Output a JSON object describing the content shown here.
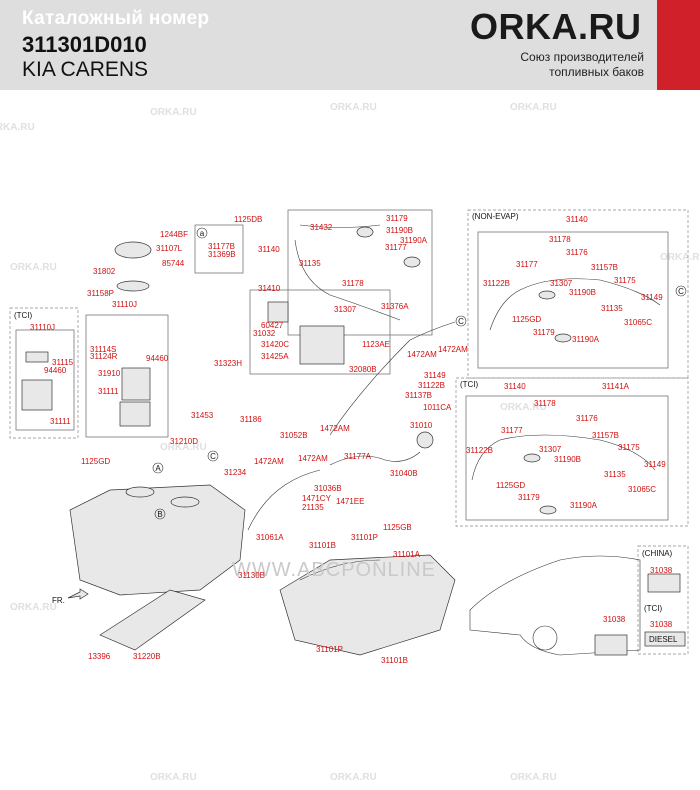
{
  "header": {
    "catalog_label": "Каталожный номер",
    "part_number": "311301D010",
    "model": "KIA CARENS",
    "logo": "ORKA.RU",
    "tagline_line1": "Союз производителей",
    "tagline_line2": "топливных баков",
    "accent_color": "#d0202a"
  },
  "watermarks": {
    "site": "WWW.ABCPONLINE",
    "logo": "ORKA.RU"
  },
  "section_labels": {
    "tci_left": "(TCI)",
    "non_evap": "(NON-EVAP)",
    "tci_right": "(TCI)",
    "china": "(CHINA)",
    "tci_small": "(TCI)",
    "front": "FR."
  },
  "badges": {
    "diesel": "DIESEL"
  },
  "circle_markers": {
    "a": "A",
    "b": "B",
    "c": "C",
    "a_small": "a"
  },
  "labels": [
    "1244BF",
    "31107L",
    "85744",
    "31802",
    "31158P",
    "31110J",
    "31177B",
    "31369B",
    "31110J",
    "31115",
    "94460",
    "31111",
    "31114S",
    "31124R",
    "94460",
    "31910",
    "31111",
    "1125DB",
    "31432",
    "31179",
    "31190B",
    "31190A",
    "31177",
    "31140",
    "31135",
    "31178",
    "31307",
    "31376A",
    "31410",
    "60427",
    "31032",
    "31420C",
    "31425A",
    "1123AE",
    "32080B",
    "31323H",
    "31453",
    "31186",
    "31210D",
    "31234",
    "1125GD",
    "31052B",
    "1472AM",
    "1472AM",
    "31036B",
    "1471CY",
    "21135",
    "1471EE",
    "31061A",
    "31130B",
    "1472AM",
    "1472AM",
    "1472AM",
    "31149",
    "31122B",
    "31137B",
    "1011CA",
    "31010",
    "31177A",
    "31040B",
    "31101B",
    "31101P",
    "31101A",
    "1125GB",
    "31101P",
    "31101B",
    "13396",
    "31220B",
    "31140",
    "31178",
    "31176",
    "31177",
    "31157B",
    "31122B",
    "31307",
    "31175",
    "31190B",
    "31149",
    "1125GD",
    "31135",
    "31065C",
    "31179",
    "31190A",
    "31140",
    "31141A",
    "31178",
    "31176",
    "31177",
    "31157B",
    "31122B",
    "31307",
    "31175",
    "31190B",
    "31149",
    "1125GD",
    "31135",
    "31065C",
    "31179",
    "31190A",
    "31038",
    "31038",
    "31038"
  ]
}
